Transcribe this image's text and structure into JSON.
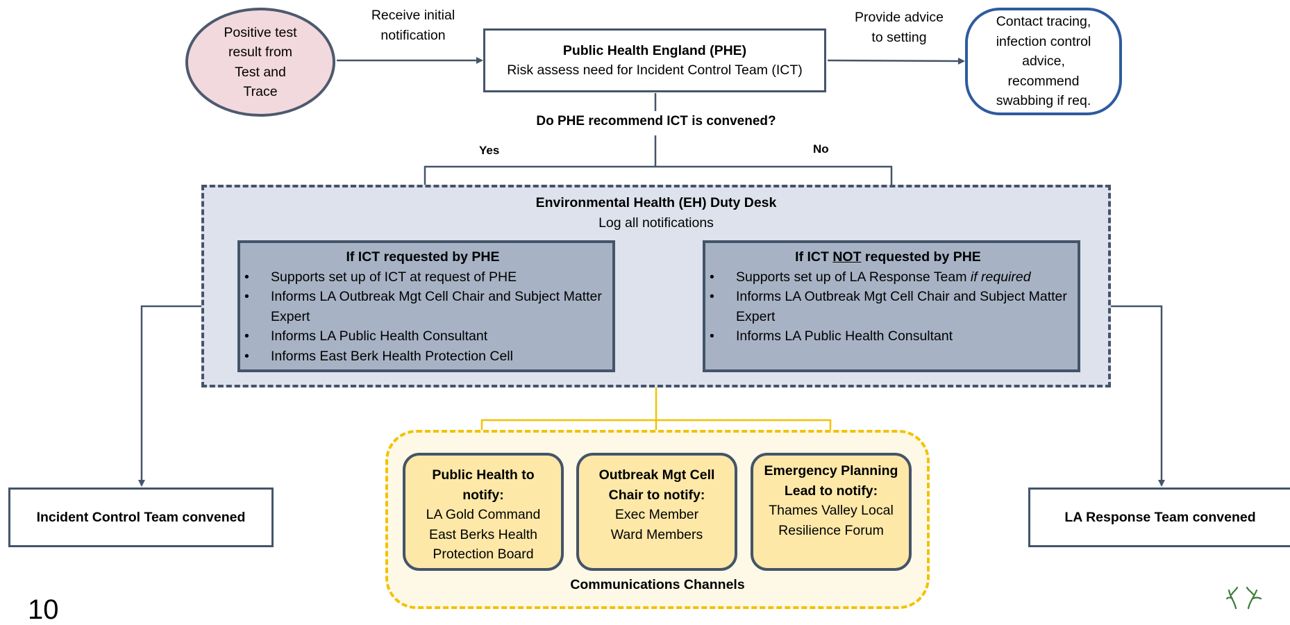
{
  "diagram": {
    "start_node": {
      "lines": [
        "Positive test",
        "result from",
        "Test and",
        "Trace"
      ]
    },
    "receive_label": {
      "lines": [
        "Receive initial",
        "notification"
      ]
    },
    "phe_box": {
      "title": "Public Health England (PHE)",
      "subtitle": "Risk assess need for Incident Control Team (ICT)"
    },
    "advice_label": {
      "lines": [
        "Provide advice",
        "to setting"
      ]
    },
    "contact_node": {
      "lines": [
        "Contact tracing,",
        "infection control",
        "advice,",
        "recommend",
        "swabbing if req."
      ]
    },
    "decision_question": "Do PHE recommend ICT is convened?",
    "yes_label": "Yes",
    "no_label": "No",
    "eh_desk": {
      "title": "Environmental Health (EH) Duty Desk",
      "subtitle": "Log all notifications"
    },
    "ict_requested": {
      "title": "If ICT requested by PHE",
      "items": [
        "Supports set up of ICT at request of PHE",
        "Informs LA Outbreak Mgt Cell Chair and Subject Matter Expert",
        "Informs LA Public Health Consultant",
        "Informs East Berk Health Protection Cell"
      ]
    },
    "ict_not_requested": {
      "title_pre": "If ICT ",
      "title_underlined": "NOT",
      "title_post": " requested by PHE",
      "item1_text": "Supports set up of LA Response Team ",
      "item1_italic": "if required",
      "items": [
        "Informs LA Outbreak Mgt Cell Chair and Subject Matter Expert",
        "Informs LA Public Health Consultant"
      ]
    },
    "communications": {
      "label": "Communications Channels",
      "channels": [
        {
          "title": [
            "Public Health to",
            "notify:"
          ],
          "lines": [
            "LA Gold Command",
            "East Berks Health",
            "Protection Board"
          ]
        },
        {
          "title": [
            "Outbreak Mgt Cell",
            "Chair to notify:"
          ],
          "lines": [
            "Exec Member",
            "Ward Members"
          ]
        },
        {
          "title": [
            "Emergency Planning",
            "Lead to notify:"
          ],
          "lines": [
            "Thames Valley Local",
            "Resilience Forum"
          ]
        }
      ]
    },
    "ict_convened": "Incident Control Team convened",
    "la_convened": "LA Response Team convened",
    "page_number": "10",
    "logo_icon": "antler-logo-icon",
    "colors": {
      "navy": "#44546a",
      "gold": "#f2c200",
      "pink": "#f2d9de",
      "blue_border": "#2e5b9e",
      "slate": "#a7b3c5",
      "pale": "#dde2ec",
      "yellow": "#fde8a8"
    }
  }
}
